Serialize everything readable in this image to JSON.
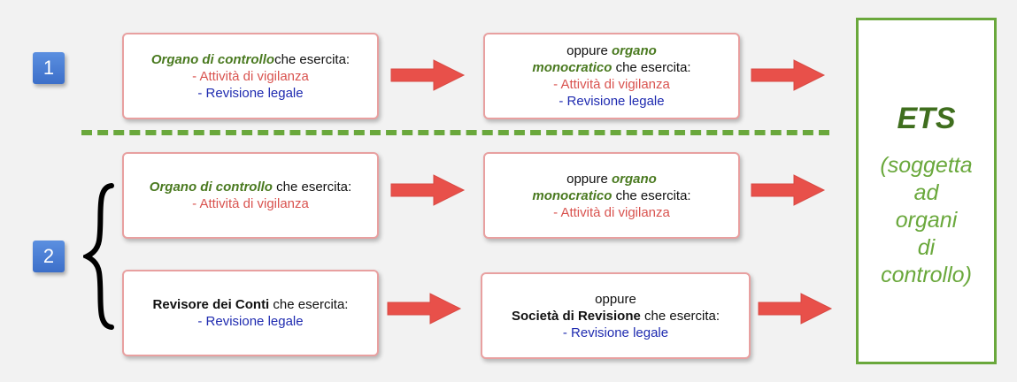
{
  "row1": {
    "badge": "1",
    "box_a": {
      "title": "Organo di controllo",
      "suffix": "che esercita:",
      "items": [
        "- Attività di vigilanza",
        "- Revisione legale"
      ]
    },
    "box_b": {
      "prefix": "oppure",
      "title_a": "organo",
      "title_b": "monocratico",
      "suffix": "che esercita:",
      "items": [
        "- Attività di vigilanza",
        "- Revisione legale"
      ]
    }
  },
  "row2": {
    "badge": "2",
    "box_a": {
      "title": "Organo di controllo",
      "suffix": "che esercita:",
      "items": [
        "- Attività di vigilanza"
      ]
    },
    "box_b": {
      "prefix": "oppure",
      "title_a": "organo",
      "title_b": "monocratico",
      "suffix": "che esercita:",
      "items": [
        "- Attività di vigilanza"
      ]
    }
  },
  "row3": {
    "box_a": {
      "title": "Revisore dei Conti",
      "suffix": "che esercita:",
      "items": [
        "- Revisione legale"
      ]
    },
    "box_b": {
      "prefix": "oppure",
      "title": "Società di Revisione",
      "suffix": "che esercita:",
      "items": [
        "- Revisione legale"
      ]
    }
  },
  "ets": {
    "title": "ETS",
    "subtitle_lines": [
      "(soggetta",
      "ad",
      "organi",
      "di",
      "controllo)"
    ]
  },
  "colors": {
    "green": "#6aa83c",
    "dark_green": "#4a7a20",
    "arrow_red": "#e8504a",
    "badge_blue": "#4a7fd8",
    "item_red": "#d9534f",
    "item_blue": "#1f2bb0"
  }
}
